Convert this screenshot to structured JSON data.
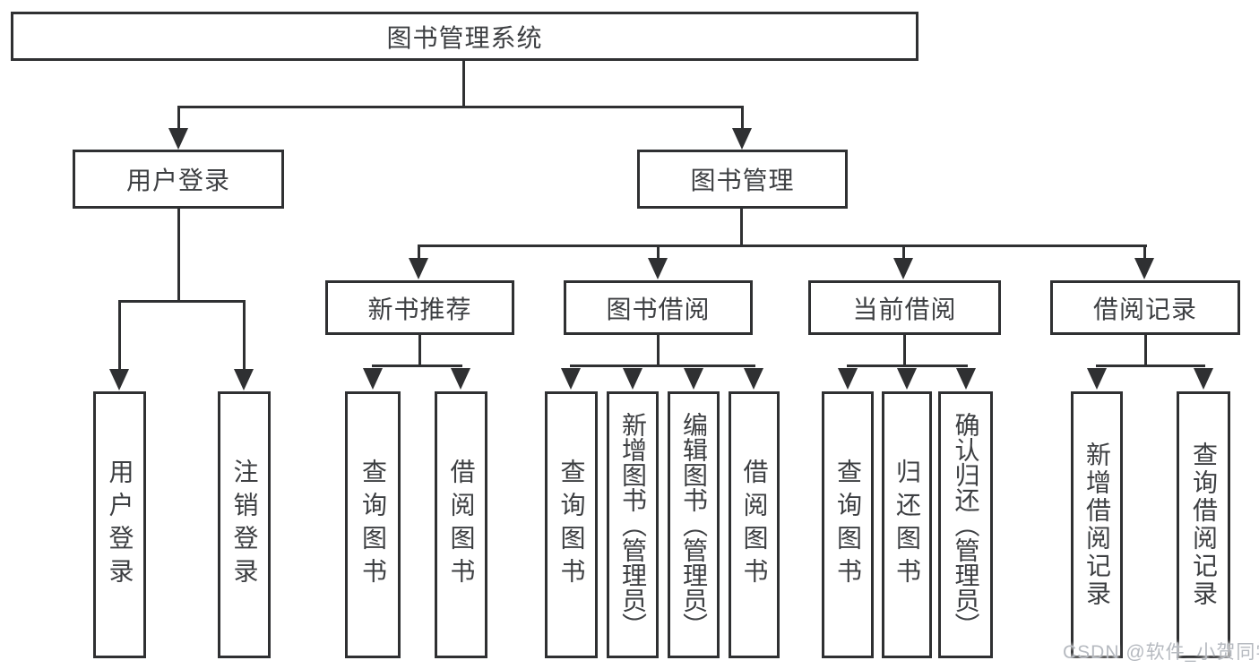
{
  "tree": {
    "root": "图书管理系统",
    "children": [
      {
        "label": "用户登录",
        "children": [
          "用户登录",
          "注销登录"
        ]
      },
      {
        "label": "图书管理",
        "children": [
          {
            "label": "新书推荐",
            "children": [
              "查询图书",
              "借阅图书"
            ]
          },
          {
            "label": "图书借阅",
            "children": [
              "查询图书",
              "新增图书（管理员）",
              "编辑图书（管理员）",
              "借阅图书"
            ]
          },
          {
            "label": "当前借阅",
            "children": [
              "查询图书",
              "归还图书",
              "确认归还（管理员）"
            ]
          },
          {
            "label": "借阅记录",
            "children": [
              "新增借阅记录",
              "查询借阅记录"
            ]
          }
        ]
      }
    ]
  },
  "watermark": {
    "text": "CSDN @软件_小贺同学"
  },
  "colors": {
    "line": "#2f3032",
    "text": "#3d3f42",
    "background": "#ffffff",
    "watermark": "#b6bac0"
  }
}
